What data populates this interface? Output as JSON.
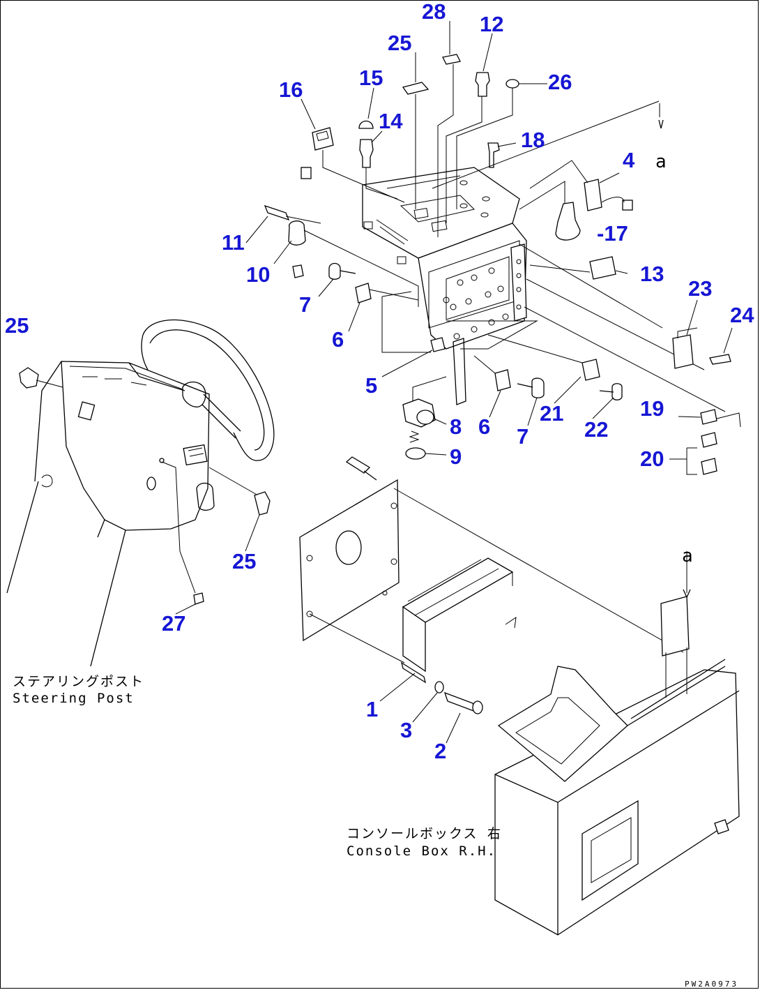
{
  "diagram": {
    "callouts": [
      {
        "id": "c28",
        "text": "28"
      },
      {
        "id": "c12",
        "text": "12"
      },
      {
        "id": "c25a",
        "text": "25"
      },
      {
        "id": "c15",
        "text": "15"
      },
      {
        "id": "c26",
        "text": "26"
      },
      {
        "id": "c16",
        "text": "16"
      },
      {
        "id": "c14",
        "text": "14"
      },
      {
        "id": "c18",
        "text": "18"
      },
      {
        "id": "c4",
        "text": "4"
      },
      {
        "id": "c17",
        "text": "-17"
      },
      {
        "id": "c11",
        "text": "11"
      },
      {
        "id": "c10",
        "text": "10"
      },
      {
        "id": "c13",
        "text": "13"
      },
      {
        "id": "c7a",
        "text": "7"
      },
      {
        "id": "c23",
        "text": "23"
      },
      {
        "id": "c24",
        "text": "24"
      },
      {
        "id": "c25b",
        "text": "25"
      },
      {
        "id": "c6a",
        "text": "6"
      },
      {
        "id": "c5",
        "text": "5"
      },
      {
        "id": "c21",
        "text": "21"
      },
      {
        "id": "c19",
        "text": "19"
      },
      {
        "id": "c8",
        "text": "8"
      },
      {
        "id": "c6b",
        "text": "6"
      },
      {
        "id": "c7b",
        "text": "7"
      },
      {
        "id": "c22",
        "text": "22"
      },
      {
        "id": "c20",
        "text": "20"
      },
      {
        "id": "c9",
        "text": "9"
      },
      {
        "id": "c25c",
        "text": "25"
      },
      {
        "id": "c27",
        "text": "27"
      },
      {
        "id": "c1",
        "text": "1"
      },
      {
        "id": "c3",
        "text": "3"
      },
      {
        "id": "c2",
        "text": "2"
      }
    ],
    "view_marks": {
      "top": "a",
      "side": "a"
    },
    "steering_post": {
      "label_jp": "ステアリングポスト",
      "label_en": "Steering Post"
    },
    "console_box": {
      "label_jp": "コンソールボックス 右",
      "label_en": "Console Box R.H."
    },
    "drawing_code": "PW2A0973"
  }
}
